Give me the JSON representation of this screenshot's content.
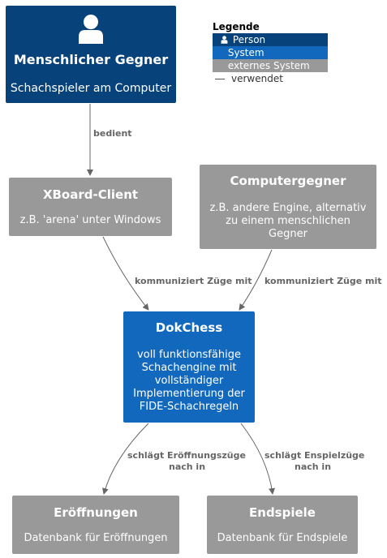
{
  "nodes": {
    "person": {
      "title": "Menschlicher Gegner",
      "description": "Schachspieler am Computer"
    },
    "xboard": {
      "title": "XBoard-Client",
      "description": "z.B. 'arena' unter Windows"
    },
    "computer": {
      "title": "Computergegner",
      "description_lines": [
        "z.B. andere Engine, alternativ",
        "zu einem menschlichen",
        "Gegner"
      ]
    },
    "dokchess": {
      "title": "DokChess",
      "description_lines": [
        "voll funktionsfähige",
        "Schachengine mit",
        "vollständiger",
        "Implementierung der",
        "FIDE-Schachregeln"
      ]
    },
    "opening": {
      "title": "Eröffnungen",
      "description": "Datenbank für Eröffnungen"
    },
    "endgame": {
      "title": "Endspiele",
      "description": "Datenbank für Endspiele"
    }
  },
  "edges": {
    "person_xboard": {
      "label": "bedient"
    },
    "xboard_dokchess": {
      "label": "kommuniziert Züge mit"
    },
    "computer_dokchess": {
      "label": "kommuniziert Züge mit"
    },
    "dokchess_opening": {
      "label_lines": [
        "schlägt Eröffnungszüge",
        "nach in"
      ]
    },
    "dokchess_endgame": {
      "label_lines": [
        "schlägt Enspielzüge",
        "nach in"
      ]
    }
  },
  "legend": {
    "title": "Legende",
    "person": "Person",
    "system": "System",
    "external": "externes System",
    "uses": "verwendet"
  },
  "colors": {
    "person": "#08427b",
    "system": "#1168bd",
    "external": "#999999",
    "edge": "#666666"
  },
  "icons": {
    "person": "person-icon"
  }
}
